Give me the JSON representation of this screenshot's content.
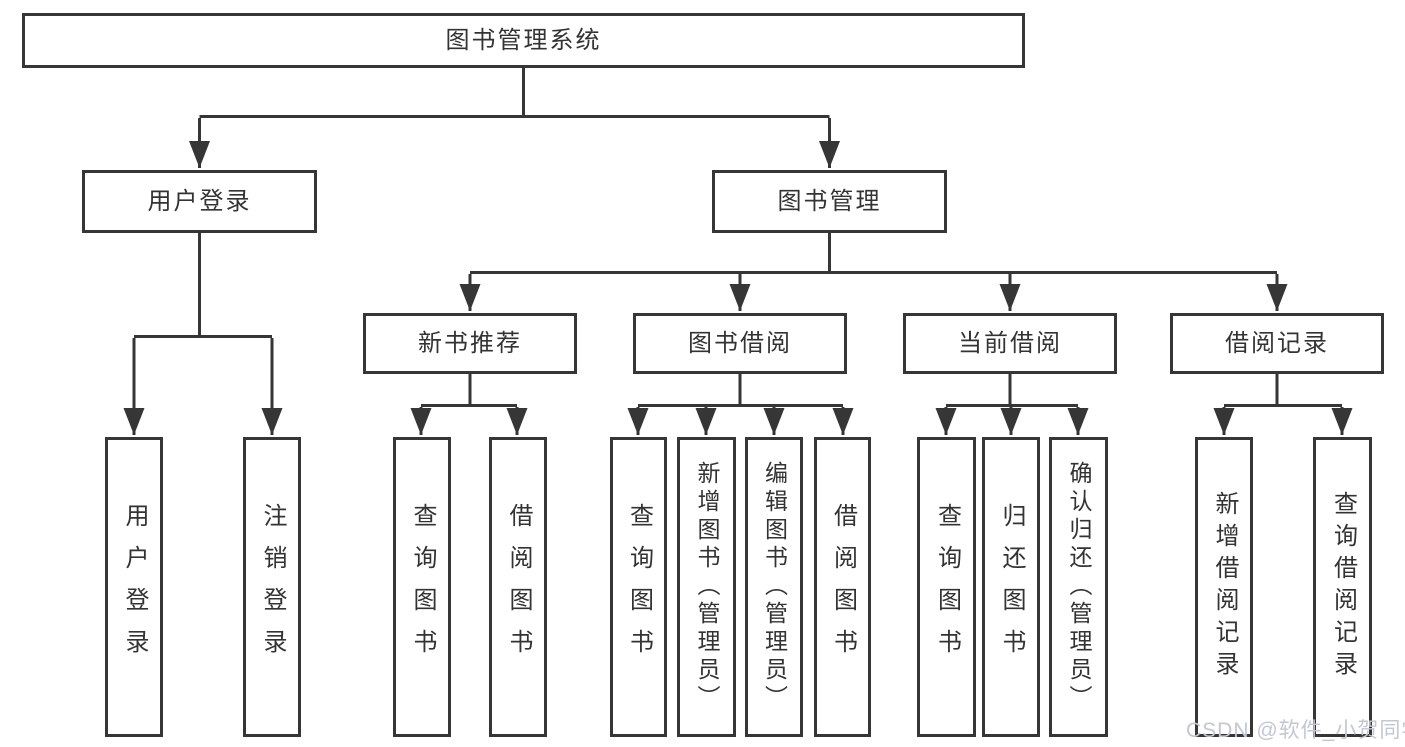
{
  "tree": {
    "label": "图书管理系统",
    "children": [
      {
        "label": "用户登录",
        "children": [
          {
            "label": "用户登录"
          },
          {
            "label": "注销登录"
          }
        ]
      },
      {
        "label": "图书管理",
        "children": [
          {
            "label": "新书推荐",
            "children": [
              {
                "label": "查询图书"
              },
              {
                "label": "借阅图书"
              }
            ]
          },
          {
            "label": "图书借阅",
            "children": [
              {
                "label": "查询图书"
              },
              {
                "label": "新增图书（管理员）"
              },
              {
                "label": "编辑图书（管理员）"
              },
              {
                "label": "借阅图书"
              }
            ]
          },
          {
            "label": "当前借阅",
            "children": [
              {
                "label": "查询图书"
              },
              {
                "label": "归还图书"
              },
              {
                "label": "确认归还（管理员）"
              }
            ]
          },
          {
            "label": "借阅记录",
            "children": [
              {
                "label": "新增借阅记录"
              },
              {
                "label": "查询借阅记录"
              }
            ]
          }
        ]
      }
    ]
  },
  "watermark": {
    "text": "CSDN @软件_小贺同学"
  },
  "colors": {
    "line": "#363636",
    "text": "#333333",
    "watermark": "#c3c7d4",
    "background": "#ffffff"
  }
}
